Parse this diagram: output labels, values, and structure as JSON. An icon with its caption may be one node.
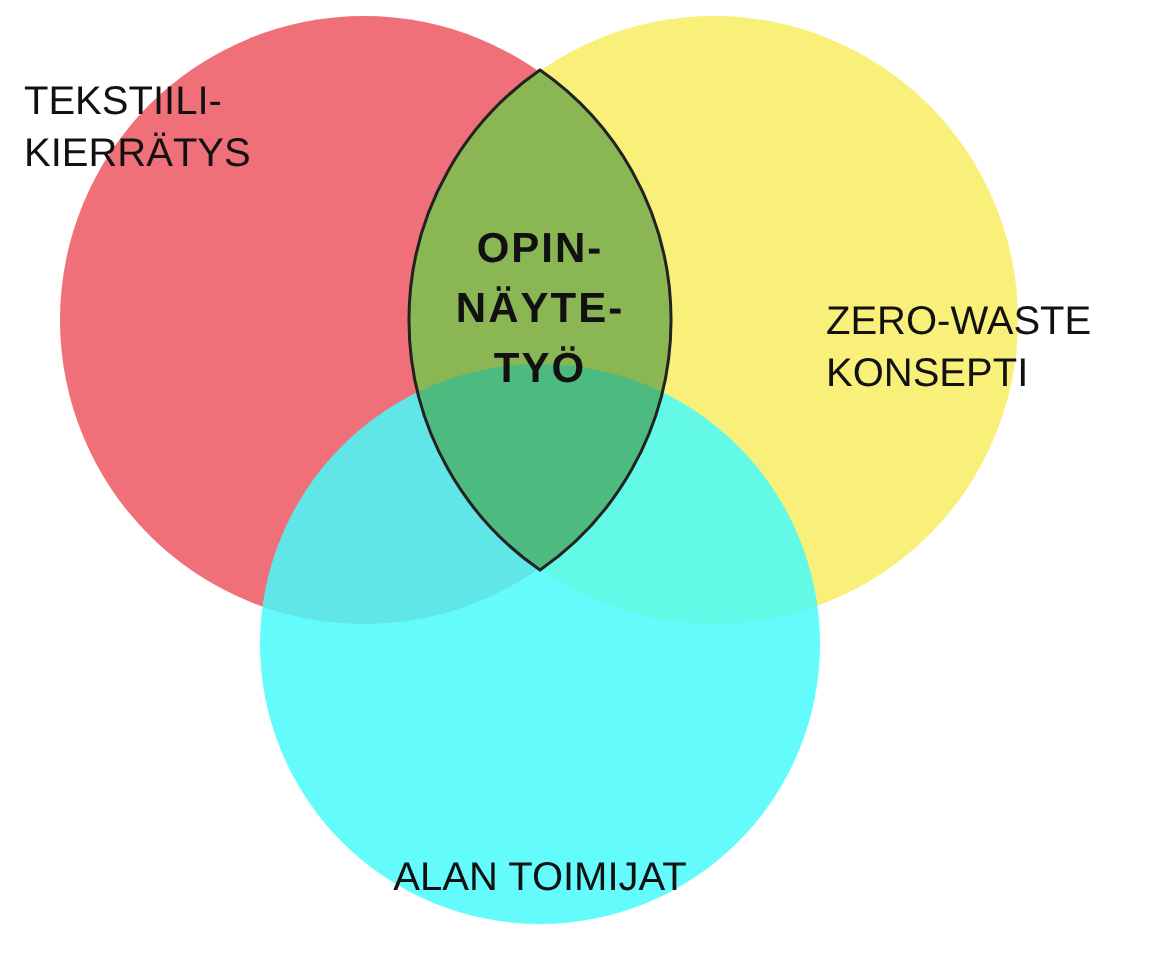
{
  "diagram": {
    "nodes": [
      {
        "text": [
          "TEKSTIILI- KIERRÄTYS"
        ]
      },
      {
        "text": [
          "ZERO-WASTE KONSEPTI"
        ]
      },
      {
        "text": [
          "ALAN TOIMIJAT"
        ]
      },
      {
        "text": [
          "OPIN- NÄYTE- TYÖ"
        ]
      }
    ]
  }
}
